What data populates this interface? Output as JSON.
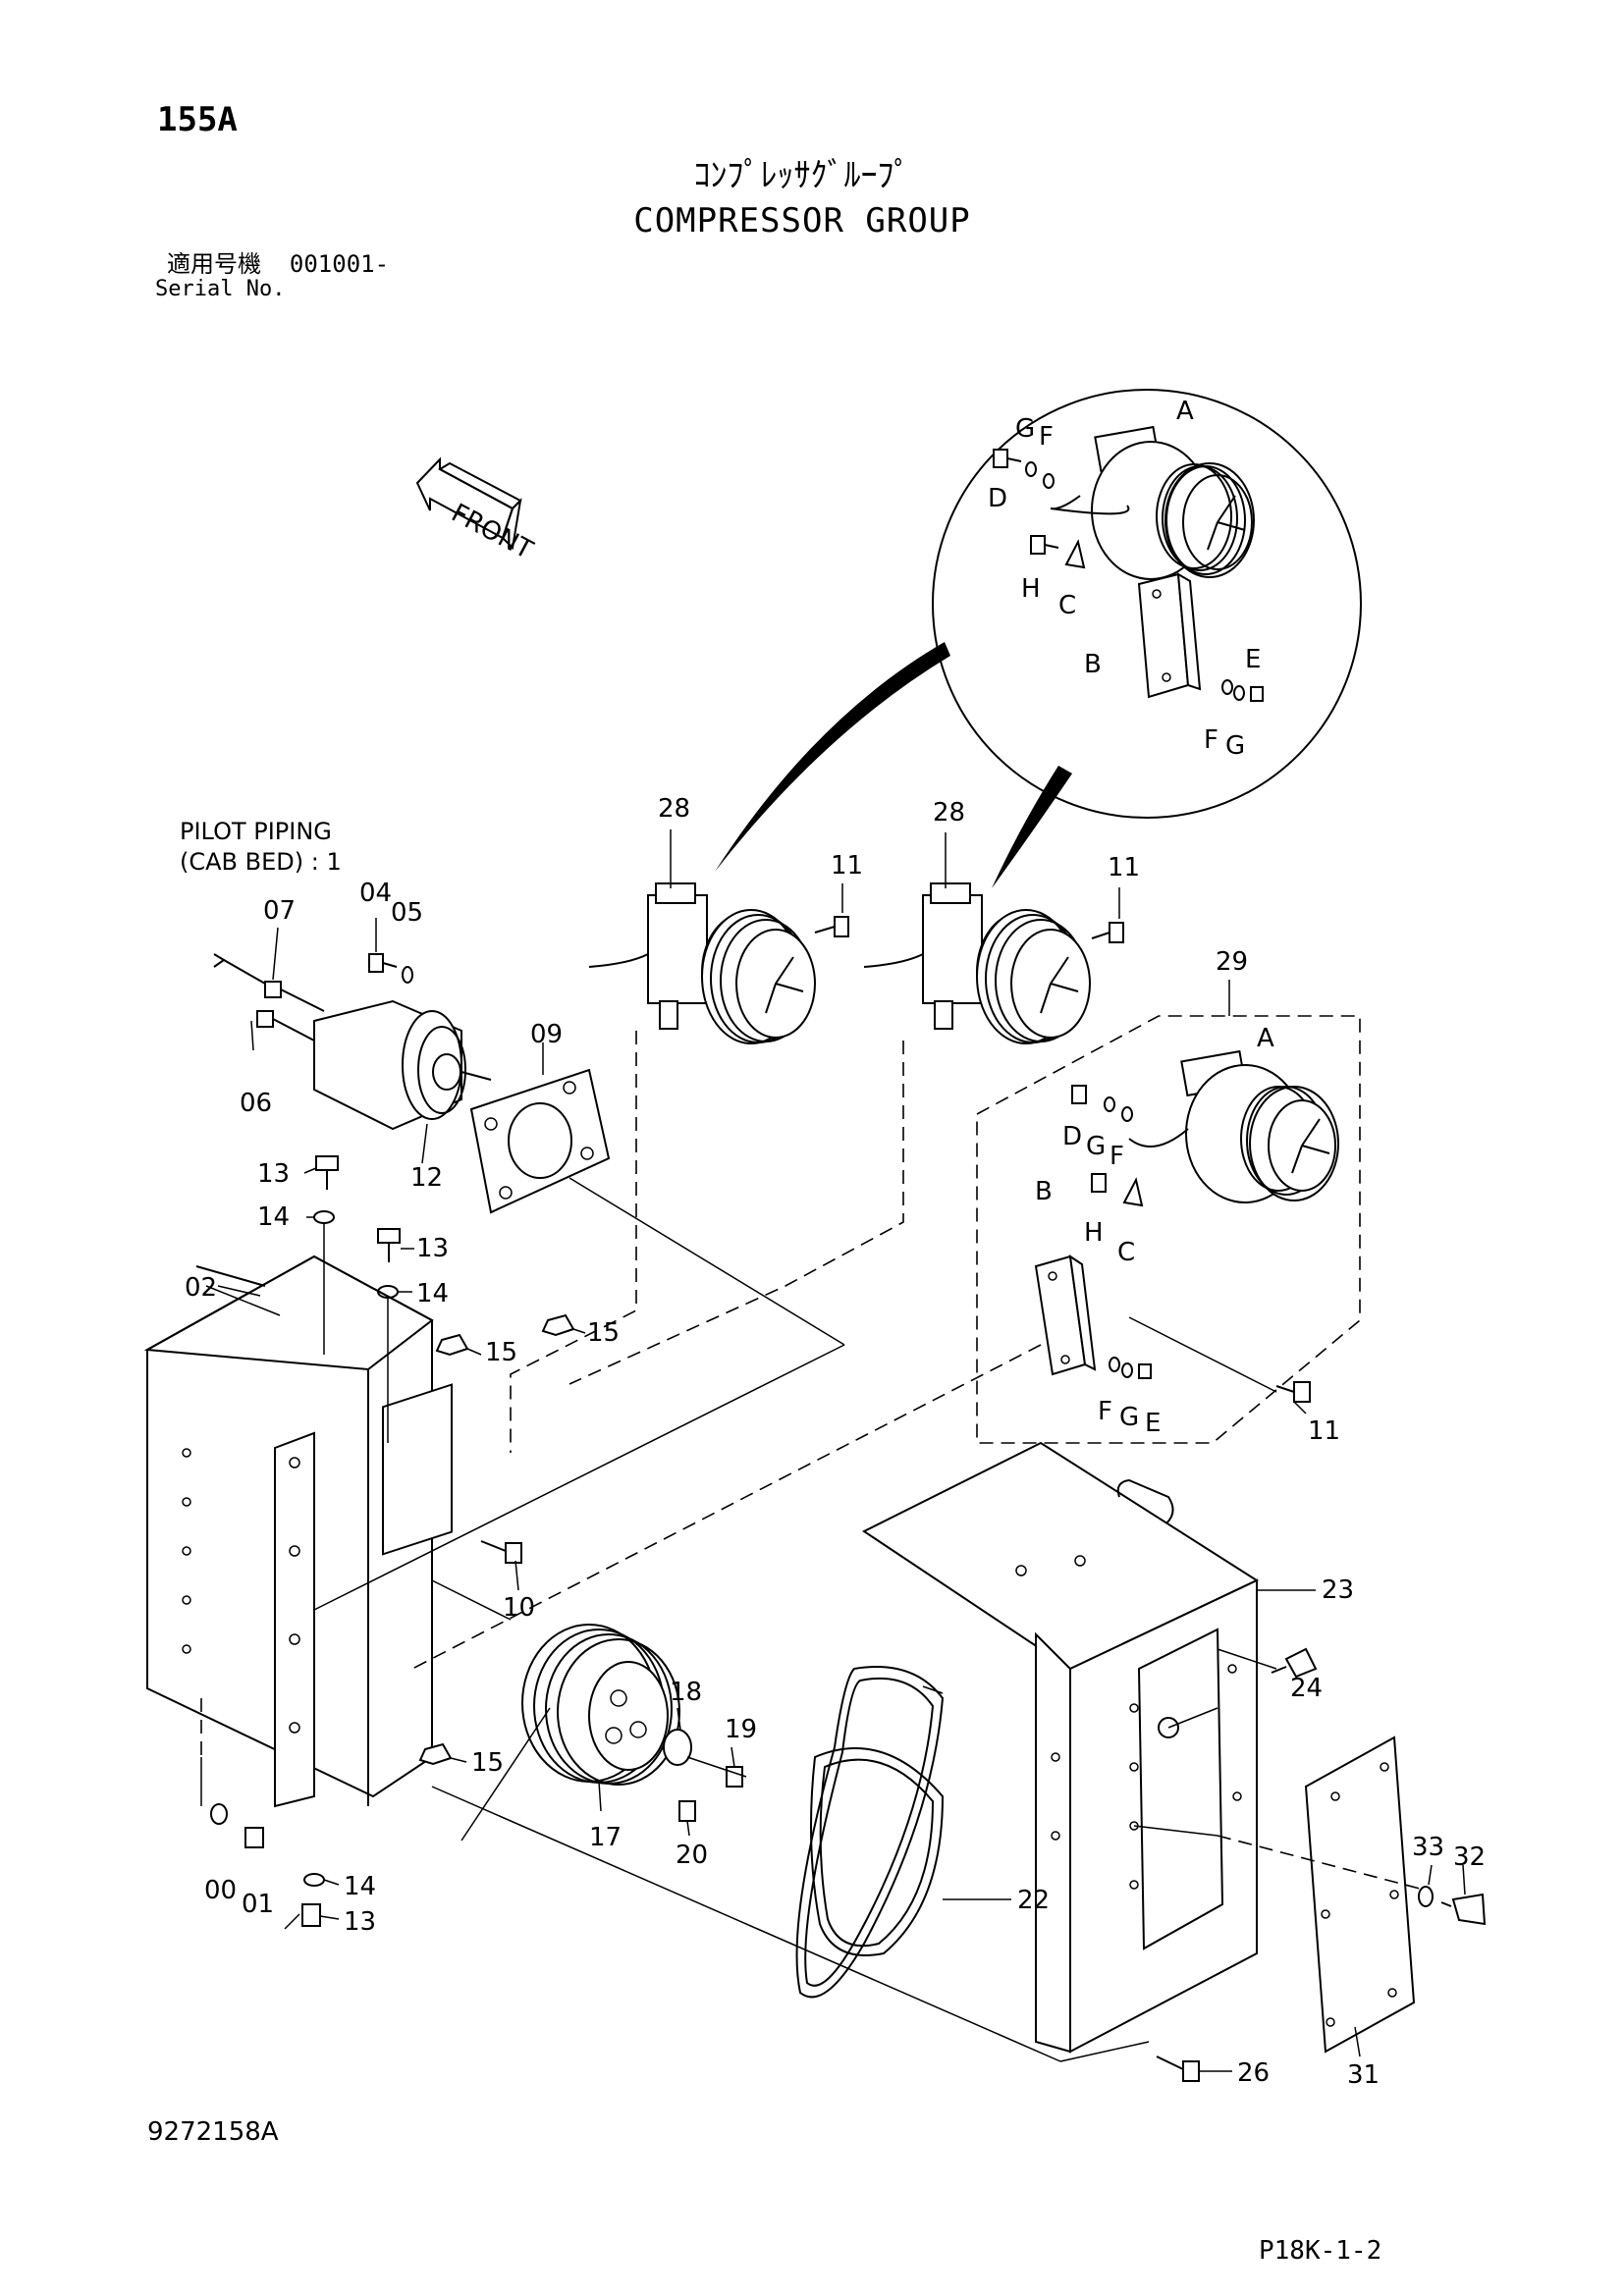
{
  "page_number": "155A",
  "title_japanese": "ｺﾝﾌﾟﾚｯｻｸﾞﾙｰﾌﾟ",
  "title_english": "COMPRESSOR GROUP",
  "serial": {
    "label_japanese": "適用号機",
    "value": "001001-",
    "label_english": "Serial No."
  },
  "pilot_piping_note": {
    "line1": "PILOT PIPING",
    "line2": "(CAB BED) : 1"
  },
  "front_label": "FRONT",
  "document_id": "9272158A",
  "figure_id": "P18K-1-2",
  "callouts": {
    "c00": "00",
    "c01": "01",
    "c02": "02",
    "c04": "04",
    "c05": "05",
    "c06": "06",
    "c07": "07",
    "c09": "09",
    "c10": "10",
    "c11a": "11",
    "c11b": "11",
    "c11c": "11",
    "c12": "12",
    "c13a": "13",
    "c13b": "13",
    "c13c": "13",
    "c14a": "14",
    "c14b": "14",
    "c14c": "14",
    "c15a": "15",
    "c15b": "15",
    "c15c": "15",
    "c17": "17",
    "c18": "18",
    "c19": "19",
    "c20": "20",
    "c22": "22",
    "c23": "23",
    "c24": "24",
    "c26": "26",
    "c28a": "28",
    "c28b": "28",
    "c29": "29",
    "c31": "31",
    "c32": "32",
    "c33": "33"
  },
  "detail_circle_letters": {
    "A": "A",
    "B": "B",
    "C": "C",
    "D": "D",
    "E": "E",
    "F1": "F",
    "F2": "F",
    "G1": "G",
    "G2": "G",
    "H": "H"
  },
  "detail_box_letters": {
    "A": "A",
    "B": "B",
    "C": "C",
    "D": "D",
    "E": "E",
    "F1": "F",
    "F2": "F",
    "G1": "G",
    "G2": "G",
    "H": "H"
  }
}
